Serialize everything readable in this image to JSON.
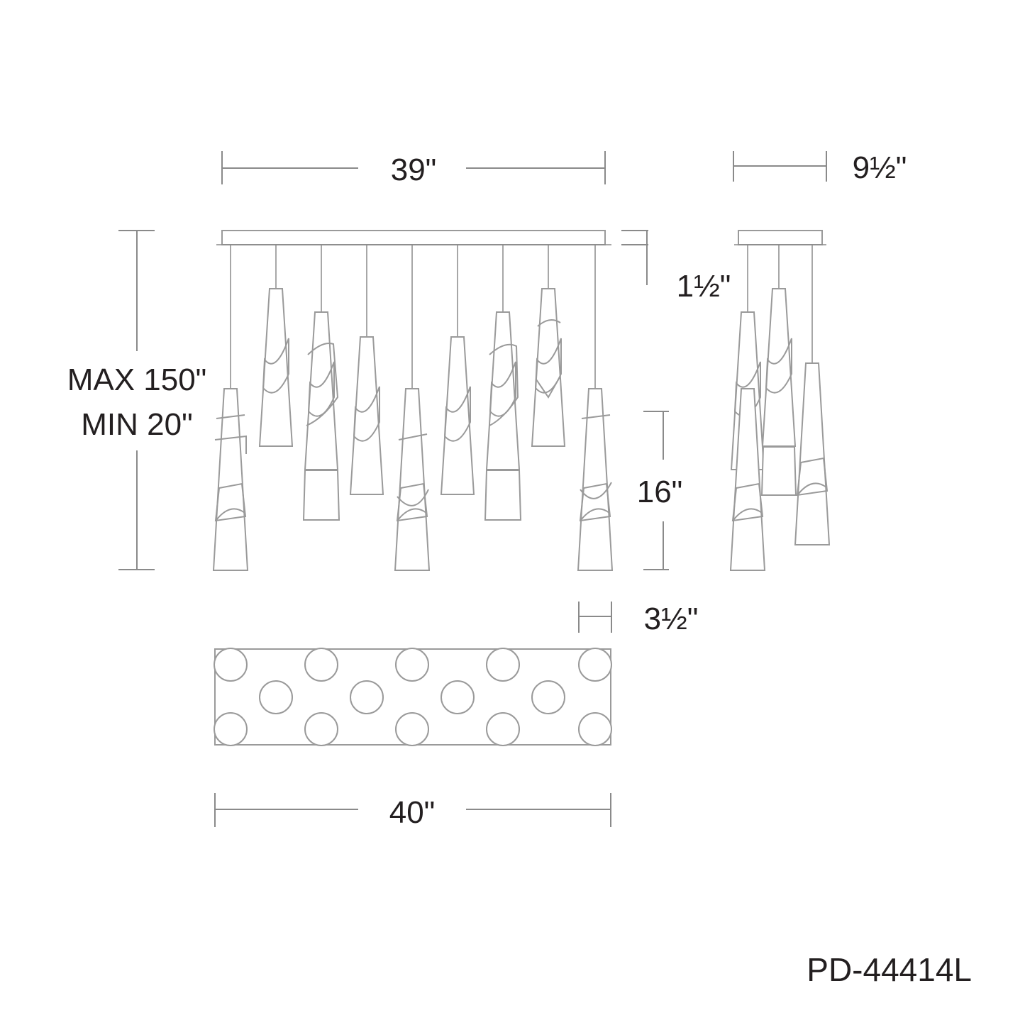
{
  "title": "PD-44414L",
  "dimensions": {
    "front_width": "39\"",
    "side_width": "9½\"",
    "canopy_height": "1½\"",
    "drop_max": "MAX 150\"",
    "drop_min": "MIN 20\"",
    "shade_length": "16\"",
    "shade_diameter": "3½\"",
    "top_view_width": "40\""
  },
  "colors": {
    "text": "#231f20",
    "line": "#8a8a8a",
    "background": "#ffffff"
  }
}
